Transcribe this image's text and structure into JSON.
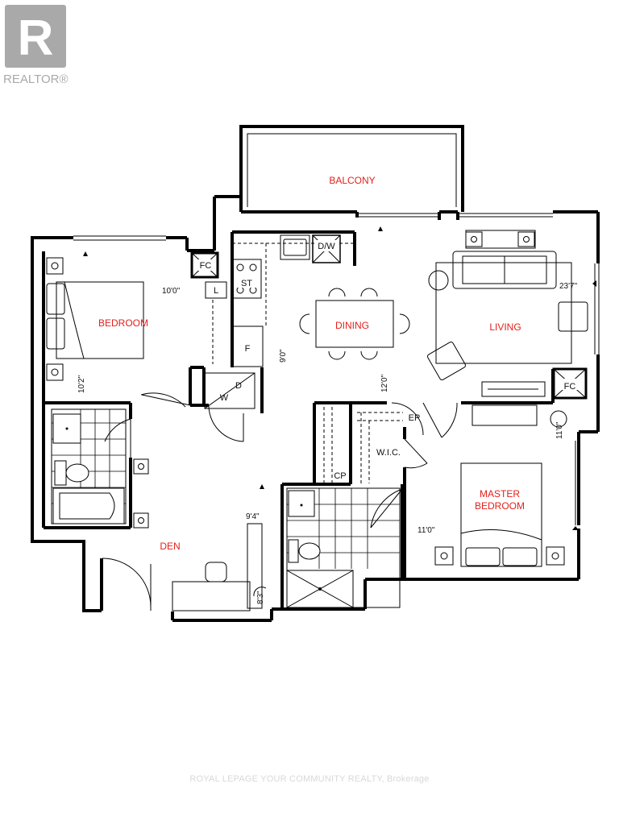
{
  "branding": {
    "logo_text": "REALTOR®",
    "watermark": "ROYAL LEPAGE YOUR COMMUNITY REALTY, Brokerage"
  },
  "colors": {
    "room_label": "#e3201b",
    "walls": "#000000",
    "logo": "#a9a9a9",
    "watermark": "#d8d8d8"
  },
  "rooms": {
    "balcony": "BALCONY",
    "bedroom": "BEDROOM",
    "dining": "DINING",
    "living": "LIVING",
    "den": "DEN",
    "master_line1": "MASTER",
    "master_line2": "BEDROOM",
    "wic": "W.I.C."
  },
  "fixtures": {
    "fc_top": "FC",
    "fc_right": "FC",
    "dw": "D/W",
    "st": "ST",
    "l": "L",
    "f": "F",
    "d": "D",
    "w": "W",
    "ep": "EP",
    "cp": "CP"
  },
  "dimensions": {
    "bedroom_w": "10'0\"",
    "bedroom_h": "10'2\"",
    "dining_h": "9'0\"",
    "living_w": "23'7\"",
    "living_h": "12'0\"",
    "master_h": "11'0\"",
    "master_w": "11'0\"",
    "den_w": "9'4\"",
    "den_h": "8'3\""
  },
  "icons": [
    "realtor-logo-icon",
    "closet-x-icon",
    "outlet-icon",
    "sofa-icon",
    "armchair-icon",
    "bed-icon",
    "toilet-icon",
    "bathtub-icon",
    "shower-icon",
    "sink-icon",
    "dining-table-icon",
    "desk-chair-icon"
  ]
}
